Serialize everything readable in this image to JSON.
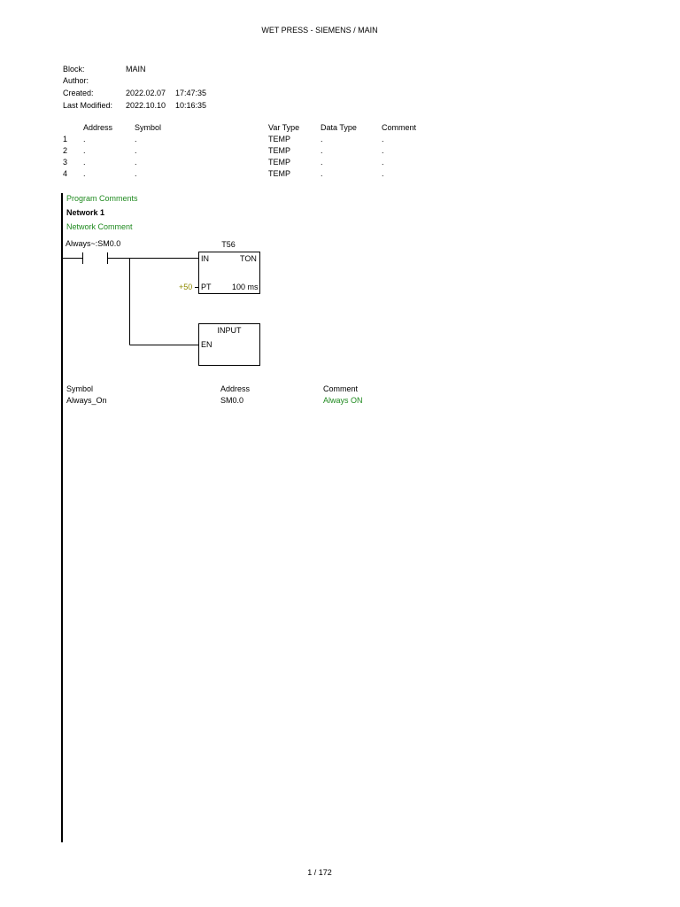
{
  "header": {
    "title": "WET PRESS - SIEMENS  /  MAIN"
  },
  "meta": [
    {
      "label": "Block:",
      "value": "MAIN",
      "time": ""
    },
    {
      "label": "Author:",
      "value": "",
      "time": ""
    },
    {
      "label": "Created:",
      "value": "2022.02.07",
      "time": "17:47:35"
    },
    {
      "label": "Last Modified:",
      "value": "2022.10.10",
      "time": "10:16:35"
    }
  ],
  "var_table": {
    "headers": {
      "address": "Address",
      "symbol": "Symbol",
      "var_type": "Var Type",
      "data_type": "Data Type",
      "comment": "Comment"
    },
    "rows": [
      {
        "num": "1",
        "address": ".",
        "symbol": ".",
        "var_type": "TEMP",
        "data_type": ".",
        "comment": "."
      },
      {
        "num": "2",
        "address": ".",
        "symbol": ".",
        "var_type": "TEMP",
        "data_type": ".",
        "comment": "."
      },
      {
        "num": "3",
        "address": ".",
        "symbol": ".",
        "var_type": "TEMP",
        "data_type": ".",
        "comment": "."
      },
      {
        "num": "4",
        "address": ".",
        "symbol": ".",
        "var_type": "TEMP",
        "data_type": ".",
        "comment": "."
      }
    ]
  },
  "program_comments": "Program Comments",
  "network": {
    "title": "Network 1",
    "comment": "Network Comment",
    "contact_label": "Always~:SM0.0",
    "timer": {
      "name": "T56",
      "type": "TON",
      "in_label": "IN",
      "pt_label": "PT",
      "pt_value": "+50",
      "resolution": "100 ms"
    },
    "call_box": {
      "name": "INPUT",
      "en_label": "EN"
    }
  },
  "symbol_table": {
    "headers": {
      "symbol": "Symbol",
      "address": "Address",
      "comment": "Comment"
    },
    "rows": [
      {
        "symbol": "Always_On",
        "address": "SM0.0",
        "comment": "Always ON"
      }
    ]
  },
  "footer": {
    "page": "1 / 172"
  },
  "colors": {
    "comment_green": "#1f8a1f",
    "constant_olive": "#8f8a00"
  }
}
